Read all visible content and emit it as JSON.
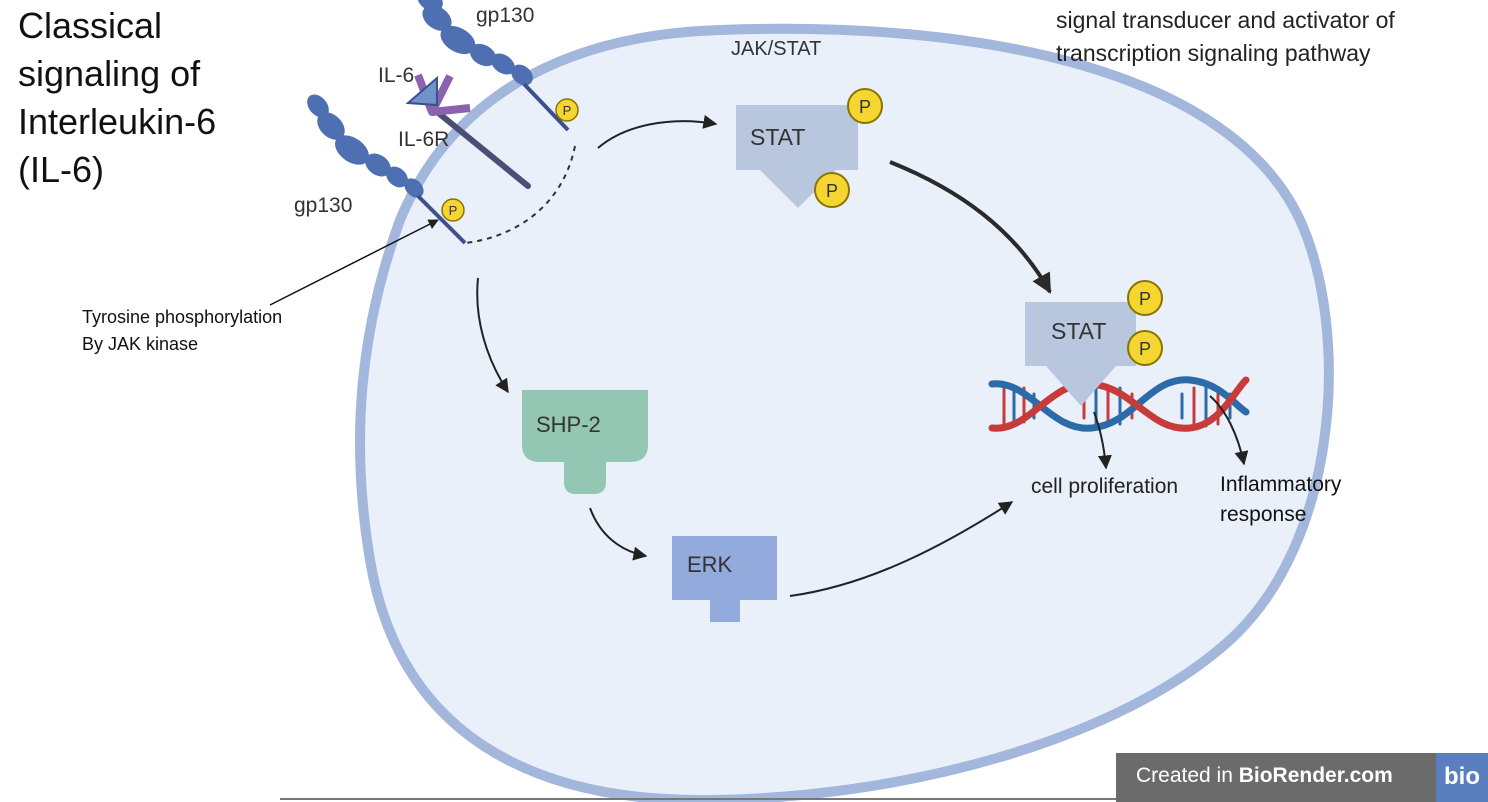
{
  "title": {
    "line1": "Classical",
    "line2": "signaling of",
    "line3": "Interleukin-6",
    "line4": "(IL-6)"
  },
  "subtitle": {
    "line1": "signal transducer and activator of",
    "line2": "transcription signaling pathway"
  },
  "labels": {
    "pathway": "JAK/STAT",
    "gp130_top": "gp130",
    "gp130_bottom": "gp130",
    "il6": "IL-6",
    "il6r": "IL-6R",
    "stat_cytoplasm": "STAT",
    "stat_nucleus": "STAT",
    "shp2": "SHP-2",
    "erk": "ERK",
    "phospho": "P"
  },
  "annotation": {
    "line1": "Tyrosine phosphorylation",
    "line2": "By JAK kinase"
  },
  "outcomes": {
    "proliferation": "cell proliferation",
    "inflammatory_line1": "Inflammatory",
    "inflammatory_line2": "response"
  },
  "footer": {
    "prefix": "Created in",
    "brand": "BioRender.com",
    "logo": "bio"
  },
  "colors": {
    "cell_fill": "#e9f0fa",
    "cell_border": "#a3b6dc",
    "receptor": "#4f6fb3",
    "il6r": "#8a62b0",
    "stat": "#b8c7de",
    "shp2": "#93c7b3",
    "erk": "#93aadd",
    "phosphate": "#f5d630",
    "dna_red": "#c83b3b",
    "dna_blue": "#2d6aa8"
  }
}
